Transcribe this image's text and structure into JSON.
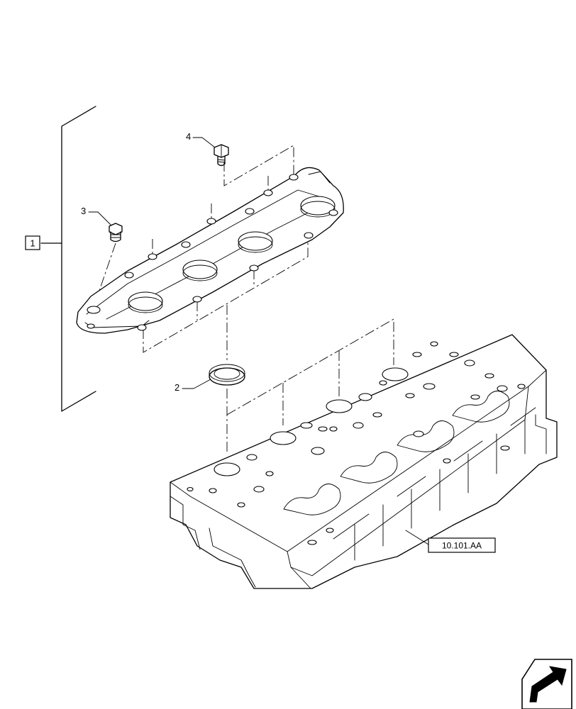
{
  "callouts": {
    "assembly": "1",
    "seal_ring": "2",
    "plug": "3",
    "bolt": "4"
  },
  "reference_box": "10.101.AA",
  "nav_icon": "next-page-arrow-icon"
}
